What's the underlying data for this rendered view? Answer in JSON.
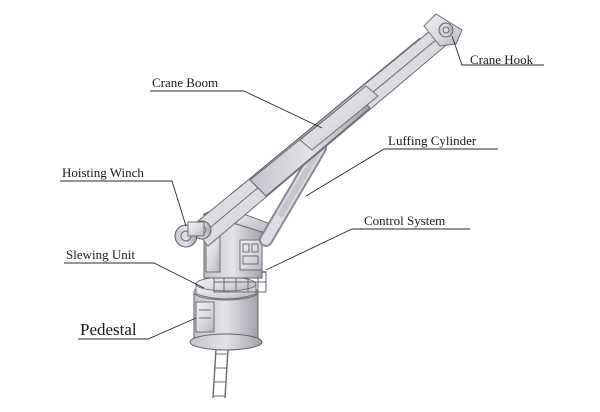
{
  "labels": {
    "crane_hook": "Crane Hook",
    "crane_boom": "Crane Boom",
    "luffing_cylinder": "Luffing Cylinder",
    "hoisting_winch": "Hoisting Winch",
    "control_system": "Control System",
    "slewing_unit": "Slewing Unit",
    "pedestal": "Pedestal"
  },
  "colors": {
    "metal_light": "#e4e4ea",
    "metal_dark": "#a7a7af",
    "line": "#2a2a2a"
  }
}
